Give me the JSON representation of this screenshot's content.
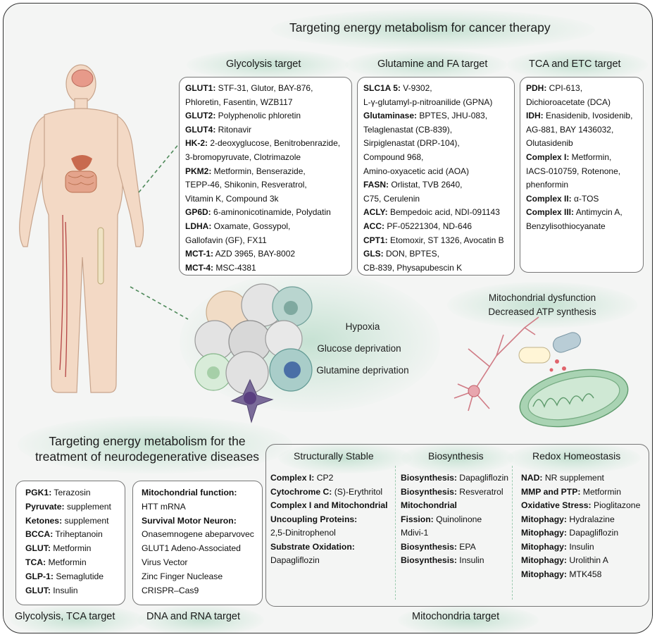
{
  "main_title": "Targeting energy metabolism for cancer therapy",
  "glycolysis": {
    "title": "Glycolysis target",
    "rows": [
      {
        "label": "GLUT1:",
        "text": " STF-31, Glutor, BAY-876,"
      },
      {
        "label": "",
        "text": "Phloretin, Fasentin, WZB117"
      },
      {
        "label": "GLUT2:",
        "text": " Polyphenolic phloretin"
      },
      {
        "label": "GLUT4:",
        "text": " Ritonavir"
      },
      {
        "label": "HK-2:",
        "text": " 2-deoxyglucose, Benitrobenrazide,"
      },
      {
        "label": "",
        "text": "3-bromopyruvate, Clotrimazole"
      },
      {
        "label": "PKM2:",
        "text": " Metformin, Benserazide,"
      },
      {
        "label": "",
        "text": "TEPP-46, Shikonin, Resveratrol,"
      },
      {
        "label": "",
        "text": "Vitamin K, Compound 3k"
      },
      {
        "label": "GP6D:",
        "text": " 6-aminonicotinamide, Polydatin"
      },
      {
        "label": "LDHA:",
        "text": " Oxamate, Gossypol,"
      },
      {
        "label": "",
        "text": "Gallofavin (GF), FX11"
      },
      {
        "label": "MCT-1:",
        "text": " AZD 3965, BAY-8002"
      },
      {
        "label": "MCT-4:",
        "text": " MSC-4381"
      }
    ]
  },
  "glutamine": {
    "title": "Glutamine and FA target",
    "rows": [
      {
        "label": "SLC1A 5:",
        "text": " V-9302,"
      },
      {
        "label": "",
        "text": "L-γ-glutamyl-p-nitroanilide (GPNA)"
      },
      {
        "label": "Glutaminase:",
        "text": " BPTES, JHU-083,"
      },
      {
        "label": "",
        "text": "Telaglenastat (CB-839),"
      },
      {
        "label": "",
        "text": "Sirpiglenastat (DRP-104),"
      },
      {
        "label": "",
        "text": "Compound 968,"
      },
      {
        "label": "",
        "text": "Amino-oxyacetic acid (AOA)"
      },
      {
        "label": "FASN:",
        "text": " Orlistat, TVB 2640,"
      },
      {
        "label": "",
        "text": "C75, Cerulenin"
      },
      {
        "label": "ACLY:",
        "text": " Bempedoic acid, NDI-091143"
      },
      {
        "label": "ACC:",
        "text": " PF-05221304, ND-646"
      },
      {
        "label": "CPT1:",
        "text": " Etomoxir, ST 1326, Avocatin B"
      },
      {
        "label": "GLS:",
        "text": " DON, BPTES,"
      },
      {
        "label": "",
        "text": "CB-839, Physapubescin K"
      }
    ]
  },
  "tca": {
    "title": "TCA and ETC target",
    "rows": [
      {
        "label": "PDH:",
        "text": " CPI-613,"
      },
      {
        "label": "",
        "text": "Dichioroacetate (DCA)"
      },
      {
        "label": "IDH:",
        "text": " Enasidenib, Ivosidenib,"
      },
      {
        "label": "",
        "text": "AG-881, BAY 1436032,"
      },
      {
        "label": "",
        "text": "Olutasidenib"
      },
      {
        "label": "Complex I:",
        "text": " Metformin,"
      },
      {
        "label": "",
        "text": "IACS-010759, Rotenone,"
      },
      {
        "label": "",
        "text": "phenformin"
      },
      {
        "label": "Complex II:",
        "text": " α-TOS"
      },
      {
        "label": "Complex III:",
        "text": " Antimycin A,"
      },
      {
        "label": "",
        "text": "Benzylisothiocyanate"
      }
    ]
  },
  "conditions": [
    "Hypoxia",
    "Glucose deprivation",
    "Glutamine deprivation"
  ],
  "mito_dysfunction": [
    "Mitochondrial dysfunction",
    "Decreased ATP synthesis"
  ],
  "neuro_title": [
    "Targeting energy metabolism for the",
    "treatment of neurodegenerative diseases"
  ],
  "glyco_tca": {
    "caption": "Glycolysis, TCA target",
    "rows": [
      {
        "label": "PGK1:",
        "text": " Terazosin"
      },
      {
        "label": "Pyruvate:",
        "text": " supplement"
      },
      {
        "label": "Ketones:",
        "text": " supplement"
      },
      {
        "label": "BCCA:",
        "text": " Triheptanoin"
      },
      {
        "label": "GLUT:",
        "text": " Metformin"
      },
      {
        "label": "TCA:",
        "text": " Metformin"
      },
      {
        "label": "GLP-1:",
        "text": " Semaglutide"
      },
      {
        "label": "GLUT:",
        "text": " Insulin"
      }
    ]
  },
  "dna_rna": {
    "caption": "DNA and RNA target",
    "rows": [
      {
        "label": "Mitochondrial function:",
        "text": ""
      },
      {
        "label": "",
        "text": "HTT mRNA"
      },
      {
        "label": "Survival Motor Neuron:",
        "text": ""
      },
      {
        "label": "",
        "text": "Onasemnogene abeparvovec"
      },
      {
        "label": "",
        "text": "GLUT1 Adeno-Associated"
      },
      {
        "label": "",
        "text": "Virus Vector"
      },
      {
        "label": "",
        "text": "Zinc Finger Nuclease"
      },
      {
        "label": "",
        "text": "CRISPR–Cas9"
      }
    ]
  },
  "mito": {
    "caption": "Mitochondria target",
    "col1": {
      "title": "Structurally Stable",
      "rows": [
        {
          "label": "Complex I:",
          "text": " CP2"
        },
        {
          "label": "Cytochrome C:",
          "text": " (S)-Erythritol"
        },
        {
          "label": "Complex I and Mitochondrial",
          "text": ""
        },
        {
          "label": "Uncoupling Proteins:",
          "text": ""
        },
        {
          "label": "",
          "text": "2,5-Dinitrophenol"
        },
        {
          "label": "Substrate Oxidation:",
          "text": ""
        },
        {
          "label": "",
          "text": "Dapagliflozin"
        }
      ]
    },
    "col2": {
      "title": "Biosynthesis",
      "rows": [
        {
          "label": "Biosynthesis:",
          "text": " Dapagliflozin"
        },
        {
          "label": "Biosynthesis:",
          "text": " Resveratrol"
        },
        {
          "label": "Mitochondrial",
          "text": ""
        },
        {
          "label": "Fission:",
          "text": " Quinolinone"
        },
        {
          "label": "",
          "text": "Mdivi-1"
        },
        {
          "label": "Biosynthesis:",
          "text": " EPA"
        },
        {
          "label": "Biosynthesis:",
          "text": " Insulin"
        }
      ]
    },
    "col3": {
      "title": "Redox Homeostasis",
      "rows": [
        {
          "label": "NAD:",
          "text": " NR supplement"
        },
        {
          "label": "MMP and PTP:",
          "text": " Metformin"
        },
        {
          "label": "Oxidative Stress:",
          "text": " Pioglitazone"
        },
        {
          "label": "Mitophagy:",
          "text": " Hydralazine"
        },
        {
          "label": "Mitophagy:",
          "text": " Dapagliflozin"
        },
        {
          "label": "Mitophagy:",
          "text": " Insulin"
        },
        {
          "label": "Mitophagy:",
          "text": " Urolithin A"
        },
        {
          "label": "Mitophagy:",
          "text": " MTK458"
        }
      ]
    }
  },
  "colors": {
    "frame": "#333333",
    "glow": "#bedecd",
    "divider": "#9ccbb0",
    "connector": "#4f8a5b"
  }
}
